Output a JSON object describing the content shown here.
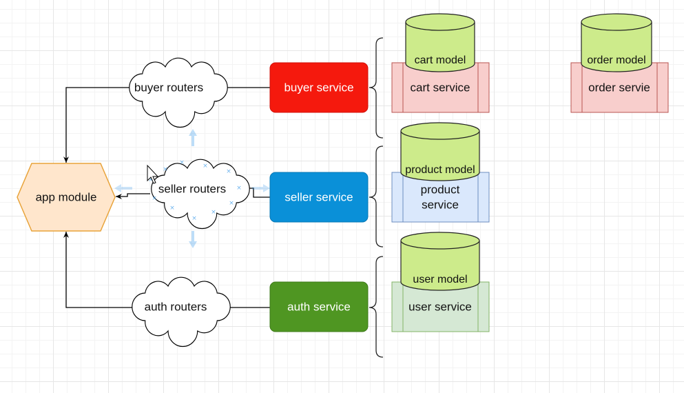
{
  "app_module": {
    "label": "app module"
  },
  "routers": {
    "buyer": "buyer routers",
    "seller": "seller routers",
    "auth": "auth routers"
  },
  "services": {
    "buyer": {
      "label": "buyer service",
      "color": "#f5190d"
    },
    "seller": {
      "label": "seller service",
      "color": "#0a90d8"
    },
    "auth": {
      "label": "auth service",
      "color": "#4f9622"
    }
  },
  "sub_services": {
    "cart": {
      "label": "cart service",
      "color": "#f8cecc"
    },
    "order": {
      "label": "order servie",
      "color": "#f8cecc"
    },
    "product": {
      "label_line1": "product",
      "label_line2": "service",
      "color": "#dae8fc"
    },
    "user": {
      "label": "user service",
      "color": "#d5e8d4"
    }
  },
  "models": {
    "cart": "cart model",
    "order": "order model",
    "product": "product model",
    "user": "user model"
  },
  "colors": {
    "model_fill": "#cdeb8b",
    "app_module_fill": "#ffe6cc",
    "app_module_stroke": "#e8a33a",
    "selection_handle": "#3c9be8"
  }
}
